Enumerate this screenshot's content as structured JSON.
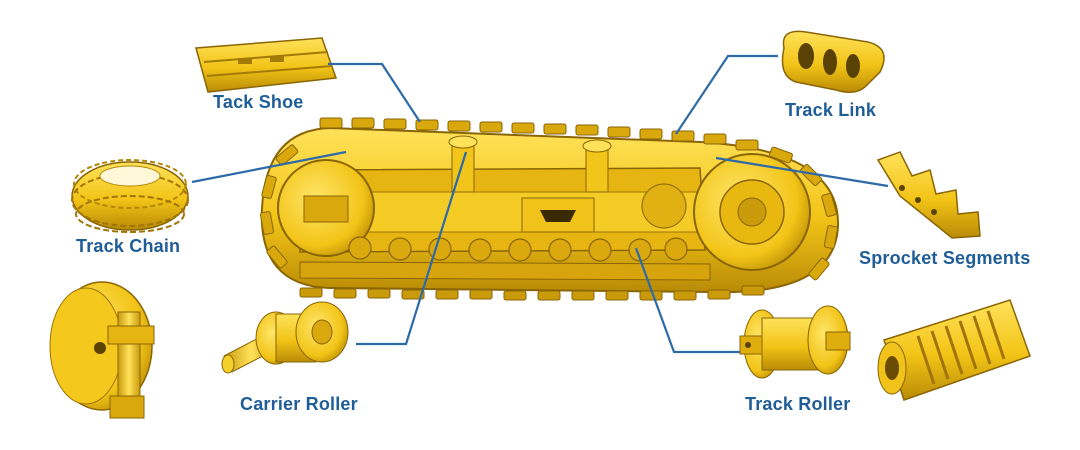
{
  "colors": {
    "yellow": "#f2c417",
    "yellow_dark": "#c99a0a",
    "yellow_light": "#ffe25a",
    "shadow": "#7a5a05",
    "label": "#1f5d97",
    "leader": "#2e6aa8"
  },
  "labels": {
    "track_shoe": "Tack Shoe",
    "track_link": "Track Link",
    "track_chain": "Track Chain",
    "sprocket_segments": "Sprocket Segments",
    "carrier_roller": "Carrier Roller",
    "track_roller": "Track Roller"
  }
}
